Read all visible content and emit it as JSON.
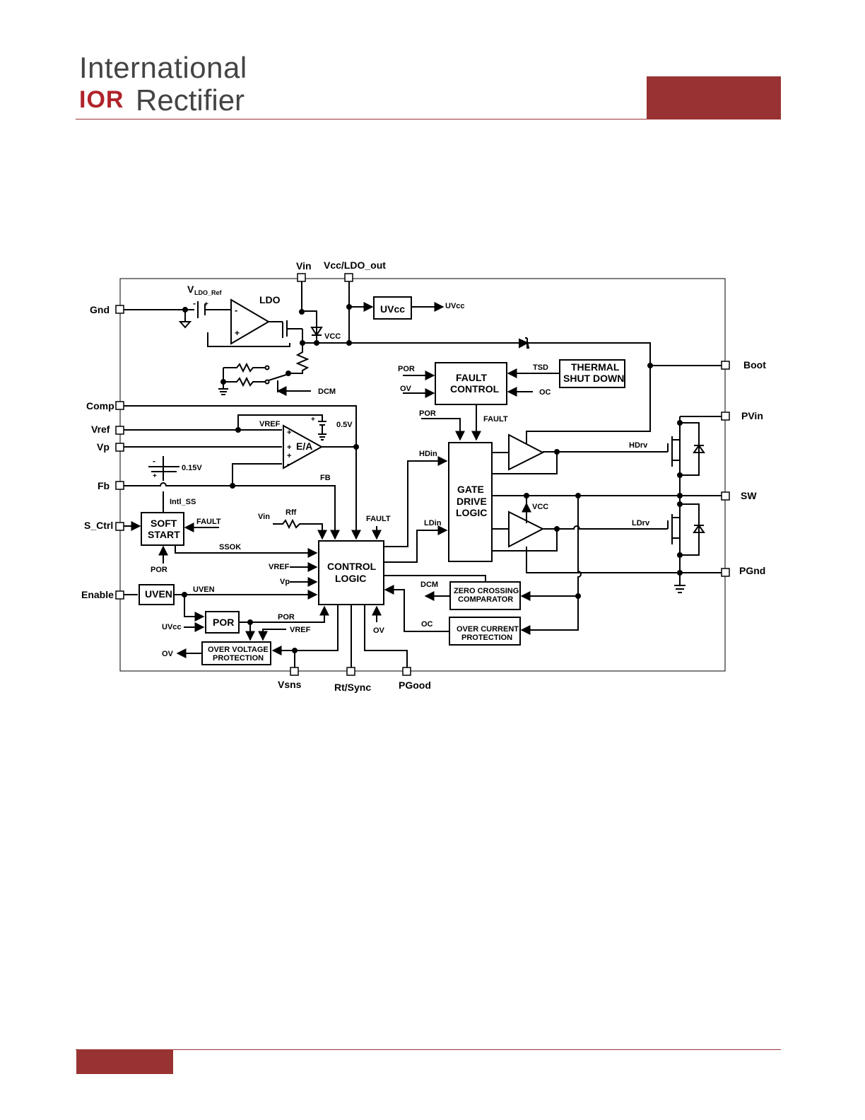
{
  "header": {
    "logo_line1": "International",
    "logo_mark": "IOR",
    "logo_line2": "Rectifier"
  },
  "pins": {
    "vin": "Vin",
    "vcc_ldo_out": "Vcc/LDO_out",
    "gnd": "Gnd",
    "comp": "Comp",
    "vref": "Vref",
    "vp": "Vp",
    "fb": "Fb",
    "s_ctrl": "S_Ctrl",
    "enable": "Enable",
    "boot": "Boot",
    "pvin": "PVin",
    "sw": "SW",
    "pgnd": "PGnd",
    "vsns": "Vsns",
    "rt_sync": "Rt/Sync",
    "pgood": "PGood"
  },
  "blocks": {
    "ldo": "LDO",
    "uvcc": "UVcc",
    "fault_control": [
      "FAULT",
      "CONTROL"
    ],
    "thermal": [
      "THERMAL",
      "SHUT DOWN"
    ],
    "ea": "E/A",
    "gate_drive": [
      "GATE",
      "DRIVE",
      "LOGIC"
    ],
    "soft_start": [
      "SOFT",
      "START"
    ],
    "control_logic": [
      "CONTROL",
      "LOGIC"
    ],
    "uven": "UVEN",
    "por": "POR",
    "ovp": [
      "OVER VOLTAGE",
      "PROTECTION"
    ],
    "zcc": [
      "ZERO CROSSING",
      "COMPARATOR"
    ],
    "ocp": [
      "OVER CURRENT",
      "PROTECTION"
    ]
  },
  "signals": {
    "vldo_ref_v": "V",
    "vldo_ref_sub": "LDO_Ref",
    "vcc1": "VCC",
    "dcm1": "DCM",
    "uvcc_out": "UVcc",
    "por_fault": "POR",
    "ov_fault": "OV",
    "tsd": "TSD",
    "oc": "OC",
    "por_gate": "POR",
    "fault_gate": "FAULT",
    "vref_ea": "VREF",
    "v05": "0.5V",
    "v015": "0.15V",
    "fb": "FB",
    "intl_ss": "Intl_SS",
    "fault_ss": "FAULT",
    "por_ss": "POR",
    "vin_rff": "Vin",
    "rff": "Rff",
    "fault_cl": "FAULT",
    "ssok": "SSOK",
    "vref_cl": "VREF",
    "vp_cl": "Vp",
    "uven": "UVEN",
    "uvcc_por": "UVcc",
    "por_out": "POR",
    "vref_ovp": "VREF",
    "ov_out": "OV",
    "ov_cl": "OV",
    "hdin": "HDin",
    "ldin": "LDin",
    "hdrv": "HDrv",
    "ldrv": "LDrv",
    "vcc2": "VCC",
    "dcm2": "DCM",
    "oc2": "OC"
  },
  "colors": {
    "brand": "#993333",
    "brand_text": "#b0232a"
  }
}
